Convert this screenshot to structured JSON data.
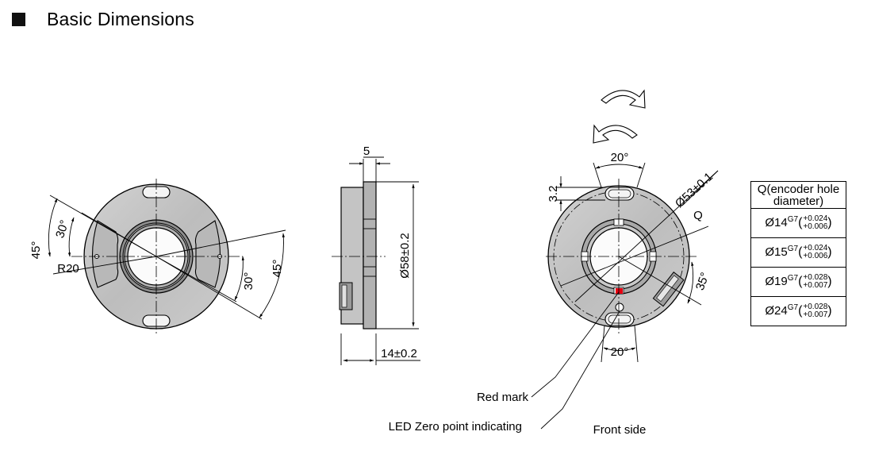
{
  "heading": {
    "title": "Basic Dimensions"
  },
  "left_view": {
    "angle_top": "45°",
    "angle_inner": "30°",
    "radius": "R20",
    "angle_right_inner": "30°",
    "angle_right_outer": "45°"
  },
  "side_view": {
    "dim_top": "5",
    "dim_diameter": "Ø58±0.2",
    "dim_length": "14±0.2"
  },
  "front_view": {
    "dim_slot_top": "20°",
    "dim_slot_bottom": "20°",
    "dim_3_2": "3.2",
    "dim_diameter": "Ø53±0.1",
    "label_q": "Q",
    "angle_connector": "35°",
    "red_mark": "Red mark",
    "led_zero": "LED Zero point indicating",
    "front_side": "Front side",
    "red_mark_color": "#e60012"
  },
  "q_table": {
    "header_line1": "Q(encoder hole",
    "header_line2": "diameter)",
    "rows": [
      {
        "base": "Ø14",
        "fit": "G7",
        "upper": "+0.024",
        "lower": "+0.006"
      },
      {
        "base": "Ø15",
        "fit": "G7",
        "upper": "+0.024",
        "lower": "+0.006"
      },
      {
        "base": "Ø19",
        "fit": "G7",
        "upper": "+0.028",
        "lower": "+0.007"
      },
      {
        "base": "Ø24",
        "fit": "G7",
        "upper": "+0.028",
        "lower": "+0.007"
      }
    ]
  }
}
